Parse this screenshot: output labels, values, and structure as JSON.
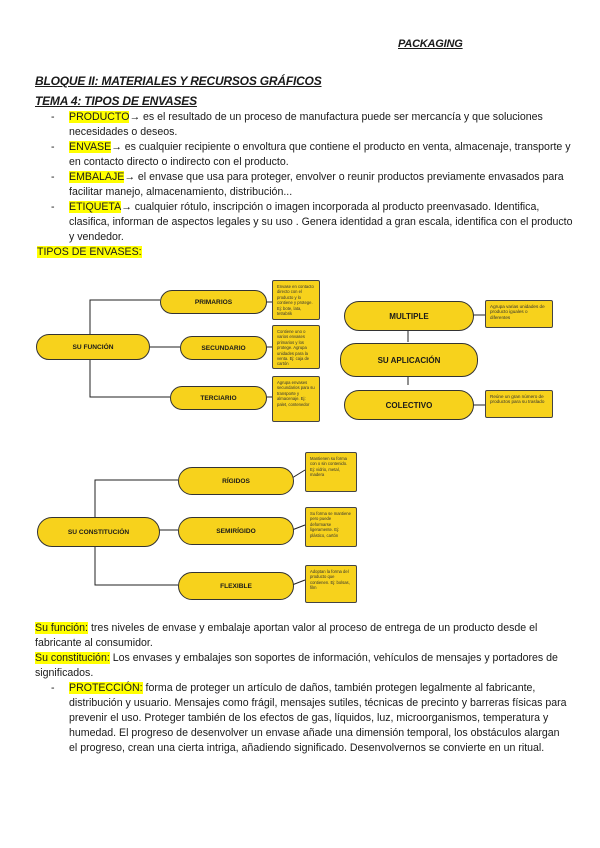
{
  "header": {
    "title": "PACKAGING"
  },
  "bloque": "BLOQUE II: MATERIALES Y RECURSOS GRÁFICOS",
  "tema": "TEMA 4: TIPOS DE ENVASES",
  "definitions": [
    {
      "term": "PRODUCTO",
      "text": "→ es el resultado de un proceso de manufactura puede ser mercancía y que soluciones necesidades o deseos."
    },
    {
      "term": "ENVASE",
      "text": "→ es cualquier recipiente o envoltura que contiene el producto en venta, almacenaje, transporte y en contacto directo o indirecto con el producto."
    },
    {
      "term": "EMBALAJE",
      "text": "→ el envase que usa para proteger, envolver o reunir productos previamente envasados para facilitar manejo, almacenamiento, distribución..."
    },
    {
      "term": "ETIQUETA",
      "text": "→ cualquier rótulo, inscripción o imagen incorporada al producto preenvasado. Identifica, clasifica, informan de aspectos legales y su uso . Genera identidad a gran escala, identifica con el producto y vendedor."
    }
  ],
  "tipos_label": "TIPOS DE ENVASES:",
  "diagram1": {
    "root": "SU FUNCIÓN",
    "nodes": [
      "PRIMARIOS",
      "SECUNDARIO",
      "TERCIARIO"
    ],
    "notes": [
      "Envase en contacto directo con el producto y lo contiene y protege. Ej: bote, lata, tetrabrik",
      "Contiene uno o varios envases primarios y los protege. Agrupa unidades para la venta. Ej: caja de cartón",
      "Agrupa envases secundarios para su transporte y almacenaje. Ej: palet, contenedor"
    ]
  },
  "diagram2": {
    "root": "SU APLICACIÓN",
    "nodes": [
      "MULTIPLE",
      "COLECTIVO"
    ],
    "notes": [
      "Agrupa varias unidades de producto iguales o diferentes",
      "Reúne un gran número de productos para su traslado"
    ]
  },
  "diagram3": {
    "root": "SU CONSTITUCIÓN",
    "nodes": [
      "RÍGIDOS",
      "SEMIRÍGIDO",
      "FLEXIBLE"
    ],
    "notes": [
      "Mantienen su forma con o sin contenido. Ej: vidrio, metal, madera",
      "Su forma se mantiene pero puede deformarse ligeramente. Ej: plástico, cartón",
      "Adoptan la forma del producto que contienen. Ej: bolsas, film"
    ]
  },
  "paragraphs": {
    "funcion_label": "Su función:",
    "funcion_text": " tres niveles de envase y embalaje aportan valor al proceso de entrega de un producto desde el fabricante al consumidor.",
    "constitucion_label": "Su constitución:",
    "constitucion_text": " Los envases y embalajes son soportes de información, vehículos de mensajes y portadores de significados.",
    "proteccion_label": "PROTECCIÓN:",
    "proteccion_text": " forma de proteger un artículo de daños, también protegen legalmente al fabricante, distribución y usuario. Mensajes como frágil, mensajes sutiles, técnicas de precinto y barreras físicas para prevenir el uso. Proteger también  de los efectos de gas, líquidos, luz, microorganismos, temperatura y humedad. El progreso de desenvolver un envase añade una dimensión temporal, los obstáculos alargan el progreso, crean una cierta intriga, añadiendo significado. Desenvolvernos se convierte en un ritual."
  }
}
